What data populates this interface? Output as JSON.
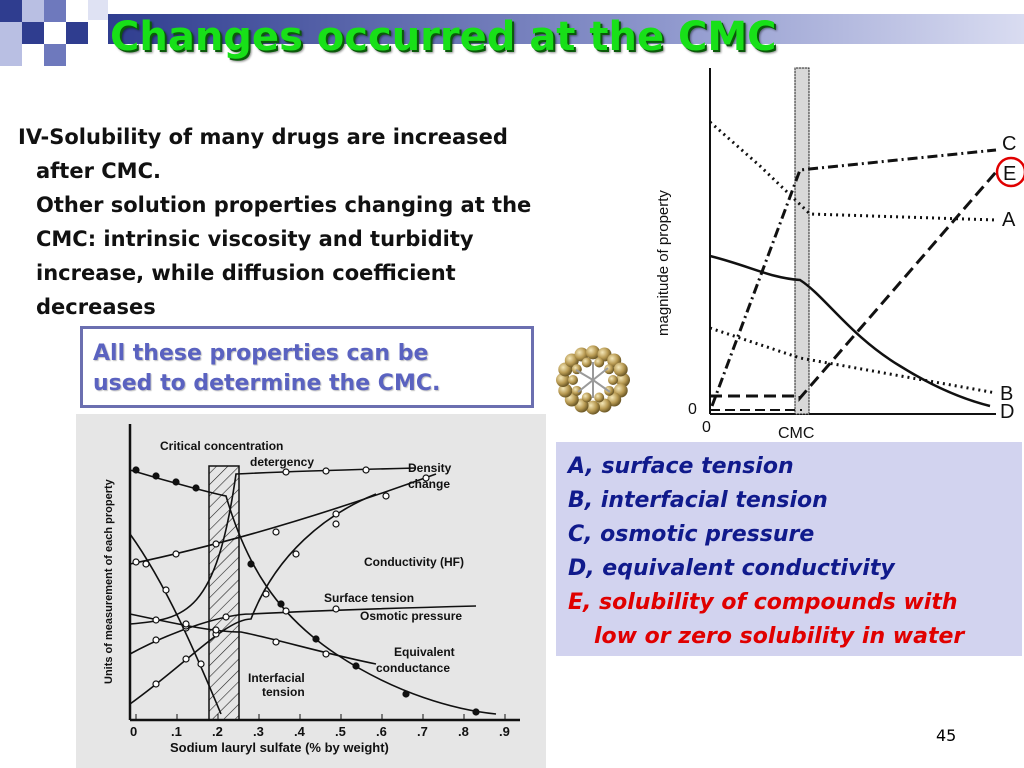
{
  "slide": {
    "title": "Changes occurred at the CMC",
    "page_number": "45"
  },
  "body": {
    "line1": "IV-Solubility of many drugs are increased",
    "line2": "after CMC.",
    "line3": "Other solution properties changing at the",
    "line4": "CMC: intrinsic viscosity and turbidity",
    "line5": "increase, while diffusion coefficient",
    "line6": "decreases"
  },
  "callout": {
    "line1": "All these properties can be",
    "line2": "used to determine the CMC."
  },
  "legend": {
    "a": "A, surface tension",
    "b": "B, interfacial tension",
    "c": "C, osmotic pressure",
    "d": "D, equivalent conductivity",
    "e1": "E, solubility of compounds with",
    "e2": "low or zero solubility in water"
  },
  "figure_right": {
    "ylabel": "magnitude of property",
    "xlabel": "CMC",
    "zero_y": "0",
    "zero_x": "0",
    "curve_labels": [
      "C",
      "E",
      "A",
      "B",
      "D"
    ]
  },
  "figure_left": {
    "ylabel": "Units of measurement of each property",
    "xlabel": "Sodium lauryl sulfate (% by weight)",
    "x_ticks": [
      "0",
      ".1",
      ".2",
      ".3",
      ".4",
      ".5",
      ".6",
      ".7",
      ".8",
      ".9"
    ],
    "annotations": {
      "critical": "Critical concentration",
      "detergency": "detergency",
      "density1": "Density",
      "density2": "change",
      "conductivity": "Conductivity (HF)",
      "surface": "Surface tension",
      "osmotic": "Osmotic pressure",
      "equiv1": "Equivalent",
      "equiv2": "conductance",
      "interfacial1": "Interfacial",
      "interfacial2": "tension"
    }
  },
  "colors": {
    "title": "#18e018",
    "legend_text": "#101a8c",
    "legend_highlight": "#e00000",
    "callout_text": "#5a62c0",
    "legend_bg": "#d2d3ef"
  }
}
